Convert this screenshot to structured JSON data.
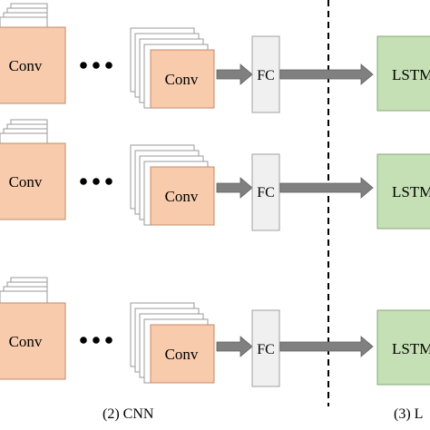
{
  "rows": [
    {
      "conv_large_label": "Conv",
      "conv_small_label": "Conv",
      "fc_label": "FC",
      "lstm_label": "LSTM"
    },
    {
      "conv_large_label": "Conv",
      "conv_small_label": "Conv",
      "fc_label": "FC",
      "lstm_label": "LSTM"
    },
    {
      "conv_large_label": "Conv",
      "conv_small_label": "Conv",
      "fc_label": "FC",
      "lstm_label": "LSTM"
    }
  ],
  "captions": {
    "cnn": "(2) CNN",
    "lstm_partial": "(3) L"
  },
  "colors": {
    "conv_fill": "#f8cbad",
    "conv_stroke": "#c5896a",
    "stack_fill": "#ffffff",
    "stack_stroke": "#9a9a9a",
    "fc_fill": "#f0f0f0",
    "fc_stroke": "#a0a0a0",
    "lstm_fill": "#c5e0b4",
    "lstm_stroke": "#86a874",
    "arrow_fill": "#808080",
    "divider": "#000000"
  },
  "icons": {
    "ellipsis": "three-dots",
    "arrow": "block-arrow-right"
  }
}
